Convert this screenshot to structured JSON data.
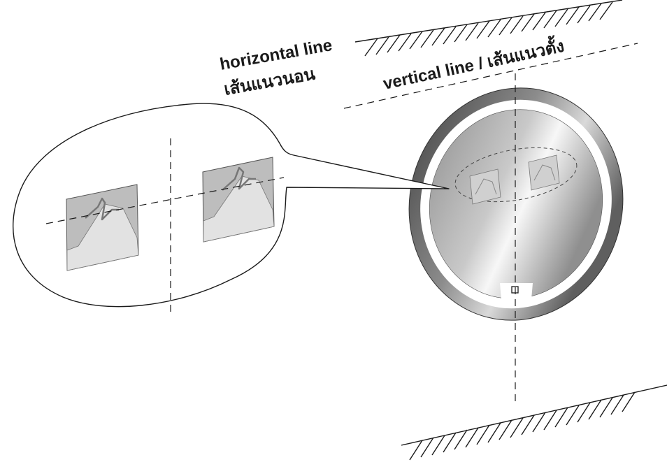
{
  "labels": {
    "horizontal_en": "horizontal line",
    "horizontal_th": "เส้นแนวนอน",
    "vertical": "vertical line  /  เส้นแนวตั้ง"
  },
  "colors": {
    "ring_dark": "#5a5a5a",
    "ring_light": "#f4f4f4",
    "mirror_mid": "#b9b9b9",
    "panel": "#bdbdbd",
    "panel_light": "#e2e2e2",
    "line": "#1a1a1a"
  }
}
